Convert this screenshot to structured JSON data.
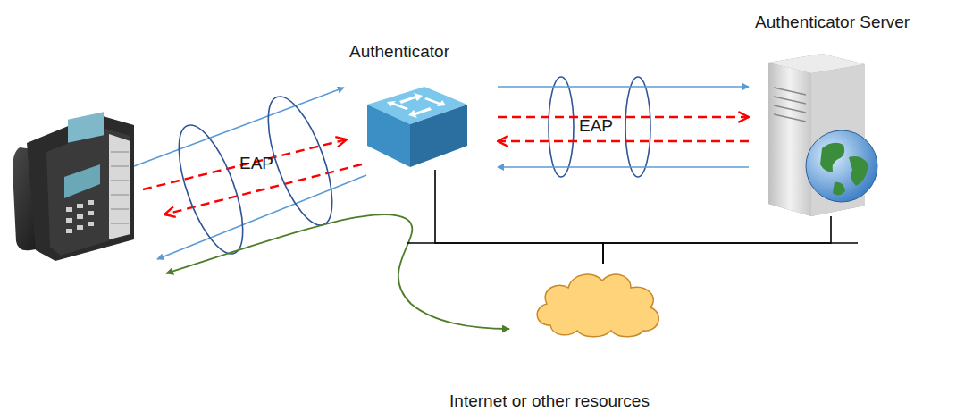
{
  "diagram": {
    "nodes": [
      {
        "text": [
          "Authenticator"
        ]
      },
      {
        "text": [
          "Authenticator Server"
        ]
      },
      {
        "text": [
          "Internet or other resources"
        ]
      }
    ],
    "edges": [
      {
        "from": 0,
        "to": 1,
        "arrow": "to"
      },
      {
        "from": 0,
        "to": 1,
        "arrow": "to"
      },
      {
        "from": 1,
        "to": 0,
        "arrow": "to"
      },
      {
        "from": 1,
        "to": 0,
        "arrow": "to"
      },
      {
        "from": 0,
        "to": 2,
        "arrow": "none"
      },
      {
        "from": 1,
        "to": 2,
        "arrow": "none"
      }
    ],
    "labels": [
      "EAP",
      "EAP"
    ]
  }
}
